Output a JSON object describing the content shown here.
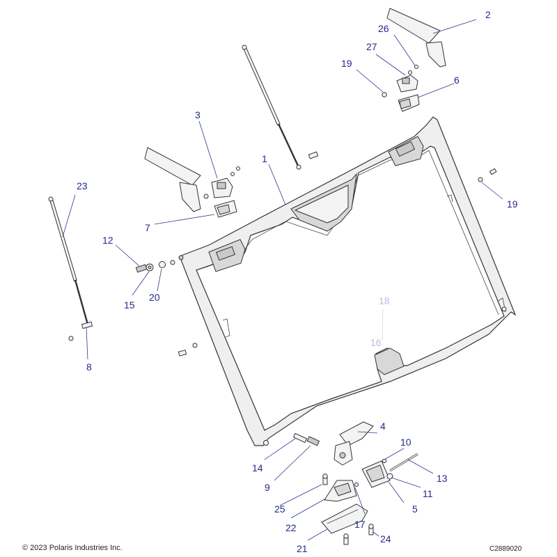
{
  "footer": {
    "copyright": "© 2023 Polaris Industries Inc.",
    "drawing_id": "C2889020"
  },
  "callouts": {
    "c1": "1",
    "c2": "2",
    "c3": "3",
    "c4": "4",
    "c5": "5",
    "c6": "6",
    "c7": "7",
    "c8": "8",
    "c9": "9",
    "c10": "10",
    "c11": "11",
    "c12": "12",
    "c13": "13",
    "c14": "14",
    "c15": "15",
    "c16": "16",
    "c17": "17",
    "c18": "18",
    "c19a": "19",
    "c19b": "19",
    "c20": "20",
    "c21": "21",
    "c22": "22",
    "c23": "23",
    "c24": "24",
    "c25": "25",
    "c26": "26",
    "c27": "27"
  },
  "colors": {
    "callout": "#1f2a8a",
    "callout_faint": "#b8bde0",
    "line_art": "#333333"
  }
}
